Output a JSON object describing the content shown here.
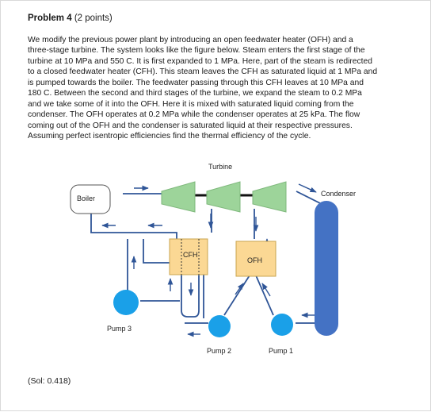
{
  "header": {
    "problem": "Problem 4",
    "points": "(2 points)"
  },
  "paragraph_lines": [
    "We modify the previous power plant by introducing an open feedwater heater (OFH) and a",
    "three-stage turbine. The system looks like the figure below. Steam enters the first stage of the",
    "turbine at 10 MPa and 550 C. It is first expanded to 1 MPa. Here, part of the steam is redirected",
    "to a closed feedwater heater (CFH). This steam leaves the CFH as saturated liquid at 1 MPa and",
    "is pumped towards the boiler. The feedwater passing through this CFH leaves at 10 MPa and",
    "180 C. Between the second and third stages of the turbine, we expand the steam to 0.2 MPa",
    "and we take some of it into the OFH. Here it is mixed with saturated liquid coming from the",
    "condenser. The OFH operates at 0.2 MPa while the condenser operates at 25 kPa. The flow",
    "coming out of the OFH and the condenser is saturated liquid at their respective pressures.",
    "Assuming perfect isentropic efficiencies find the thermal efficiency of the cycle."
  ],
  "diagram": {
    "turbine": "Turbine",
    "boiler": "Boiler",
    "condenser": "Condenser",
    "cfh": "CFH",
    "ofh": "OFH",
    "pump1": "Pump 1",
    "pump2": "Pump 2",
    "pump3": "Pump 3",
    "colors": {
      "turbine": "#9dd49a",
      "heater": "#fbd894",
      "pump": "#1aa0e8",
      "condenser": "#4472c4",
      "pipe": "#2f5597"
    }
  },
  "solution": "(Sol: 0.418)"
}
